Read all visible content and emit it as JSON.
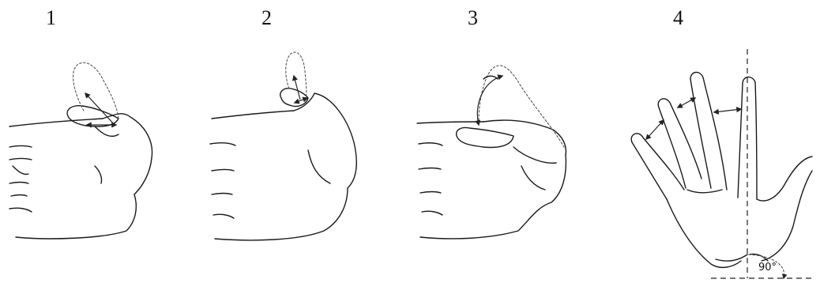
{
  "panels": [
    {
      "number": "1"
    },
    {
      "number": "2"
    },
    {
      "number": "3"
    },
    {
      "number": "4"
    }
  ],
  "angle_label": "90°"
}
